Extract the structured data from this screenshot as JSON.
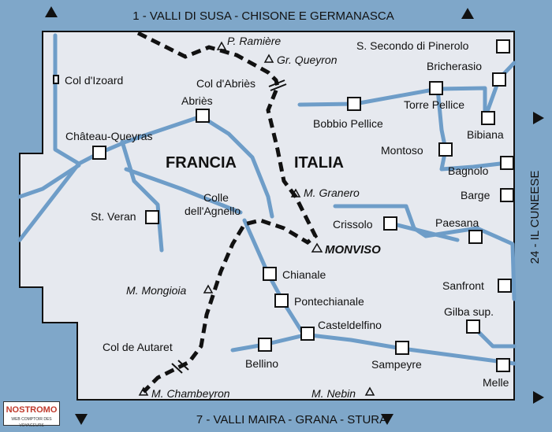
{
  "headers": {
    "top": "1 - VALLI DI SUSA - CHISONE E GERMANASCA",
    "bottom": "7 - VALLI MAIRA - GRANA - STURA",
    "right": "24 - IL CUNEESE"
  },
  "countries": {
    "france": "FRANCIA",
    "italy": "ITALIA"
  },
  "passes": {
    "izoard": "Col d'Izoard",
    "abries": "Col d'Abriès",
    "agnello_1": "Colle",
    "agnello_2": "dell'Agnello",
    "autaret": "Col de Autaret"
  },
  "peaks": {
    "ramiere": "P. Ramière",
    "queyron": "Gr. Queyron",
    "granero": "M. Granero",
    "monviso": "MONVISO",
    "mongioia": "M. Mongioia",
    "chambeyron": "M. Chambeyron",
    "nebin": "M. Nebin"
  },
  "towns": {
    "abries": "Abriès",
    "chateau_queyras": "Château-Queyras",
    "st_veran": "St. Veran",
    "s_secondo": "S. Secondo di Pinerolo",
    "bricherasio": "Bricherasio",
    "torre_pellice": "Torre Pellice",
    "bobbio_pellice": "Bobbio Pellice",
    "bibiana": "Bibiana",
    "montoso": "Montoso",
    "bagnolo": "Bagnolo",
    "barge": "Barge",
    "crissolo": "Crissolo",
    "paesana": "Paesana",
    "sanfront": "Sanfront",
    "gilba": "Gilba sup.",
    "chianale": "Chianale",
    "pontechianale": "Pontechianale",
    "casteldelfino": "Casteldelfino",
    "bellino": "Bellino",
    "sampeyre": "Sampeyre",
    "melle": "Melle"
  },
  "logo": {
    "name": "NOSTROMO",
    "tagline": "WEB COMPTOIR DES VOYAGEURS"
  },
  "colors": {
    "water": "#7fa7c9",
    "land": "#e6e9ef",
    "river": "#6e9dc8",
    "border": "#111111"
  }
}
